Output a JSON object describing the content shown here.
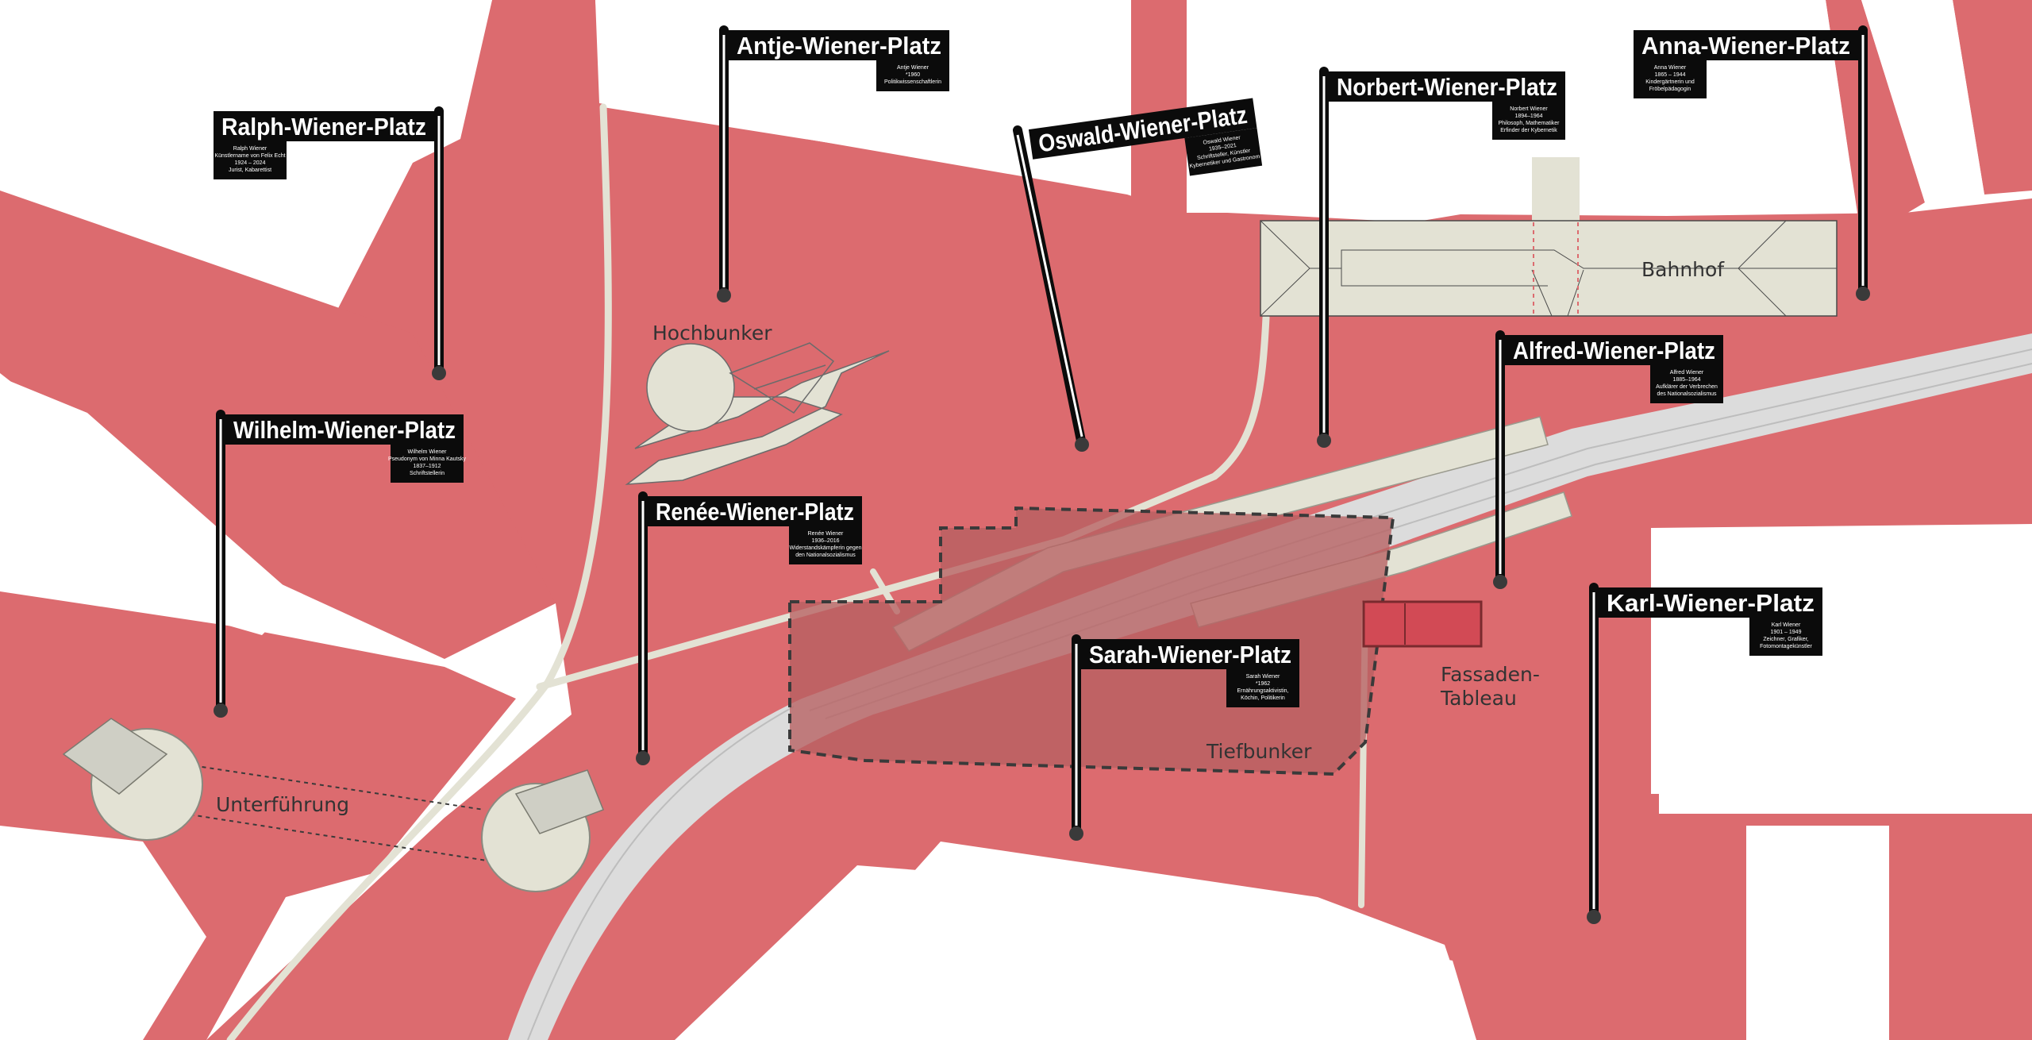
{
  "colors": {
    "plaza": "#DC6B6F",
    "background": "#ffffff",
    "building": "#E3E2D4",
    "track": "#DCDCDC",
    "path": "#E3E2D4",
    "sign": "#0b0b0b",
    "bunker_zone": "#B76062",
    "facade_tableau": "#D24A55"
  },
  "labels": {
    "hochbunker": "Hochbunker",
    "bahnhof": "Bahnhof",
    "unterfuehrung": "Unterführung",
    "tiefbunker": "Tiefbunker",
    "fassaden_line1": "Fassaden-",
    "fassaden_line2": "Tableau"
  },
  "signs": [
    {
      "id": "ralph",
      "title": "Ralph-Wiener-Platz",
      "desc": [
        "Ralph Wiener",
        "Künstlername von Felix Echt",
        "1924 – 2024",
        "Jurist, Kabarettist"
      ]
    },
    {
      "id": "antje",
      "title": "Antje-Wiener-Platz",
      "desc": [
        "Antje Wiener",
        "*1960",
        "Politikwissenschaftlerin"
      ]
    },
    {
      "id": "oswald",
      "title": "Oswald-Wiener-Platz",
      "desc": [
        "Oswald Wiener",
        "1935–2021",
        "Schriftsteller, Künstler",
        "Kybernetiker und Gastronom"
      ]
    },
    {
      "id": "norbert",
      "title": "Norbert-Wiener-Platz",
      "desc": [
        "Norbert Wiener",
        "1894–1964",
        "Philosoph, Mathematiker",
        "Erfinder der Kybernetik"
      ]
    },
    {
      "id": "anna",
      "title": "Anna-Wiener-Platz",
      "desc": [
        "Anna Wiener",
        "1865 – 1944",
        "Kindergärtnerin und",
        "Fröbelpädagogin"
      ]
    },
    {
      "id": "wilhelm",
      "title": "Wilhelm-Wiener-Platz",
      "desc": [
        "Wilhelm Wiener",
        "Pseudonym von Minna Kautsky",
        "1837–1912",
        "Schriftstellerin"
      ]
    },
    {
      "id": "renee",
      "title": "Renée-Wiener-Platz",
      "desc": [
        "Renée Wiener",
        "1936–2016",
        "Widerstandskämpferin gegen",
        "den Nationalsozialismus"
      ]
    },
    {
      "id": "alfred",
      "title": "Alfred-Wiener-Platz",
      "desc": [
        "Alfred Wiener",
        "1885–1964",
        "Aufklärer der Verbrechen",
        "des Nationalsozialismus"
      ]
    },
    {
      "id": "sarah",
      "title": "Sarah-Wiener-Platz",
      "desc": [
        "Sarah Wiener",
        "*1962",
        "Ernährungsaktivistin,",
        "Köchin, Politikerin"
      ]
    },
    {
      "id": "karl",
      "title": "Karl-Wiener-Platz",
      "desc": [
        "Karl Wiener",
        "1901 – 1949",
        "Zeichner, Grafiker,",
        "Fotomontagekünstler"
      ]
    }
  ]
}
